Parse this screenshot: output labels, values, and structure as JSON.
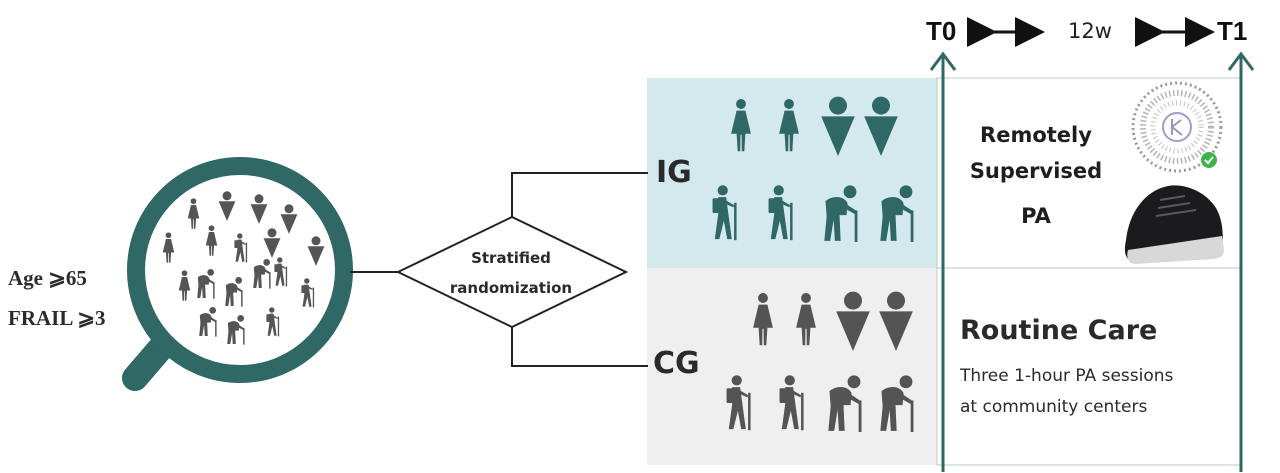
{
  "criteria": {
    "age": "Age ⩾65",
    "frail": "FRAIL ⩾3"
  },
  "randomization": {
    "line1": "Stratified",
    "line2": "randomization"
  },
  "timeline": {
    "start": "T0",
    "duration": "12w",
    "end": "T1"
  },
  "groups": {
    "intervention": {
      "label": "IG",
      "line1": "Remotely",
      "line2": "Supervised",
      "line3": "PA"
    },
    "control": {
      "label": "CG",
      "title": "Routine Care",
      "line1": "Three 1-hour PA sessions",
      "line2": "at community centers"
    }
  },
  "colors": {
    "ig_panel": "#d3e9ee",
    "cg_panel": "#efefef",
    "teal": "#2f6864",
    "gray": "#545454"
  }
}
